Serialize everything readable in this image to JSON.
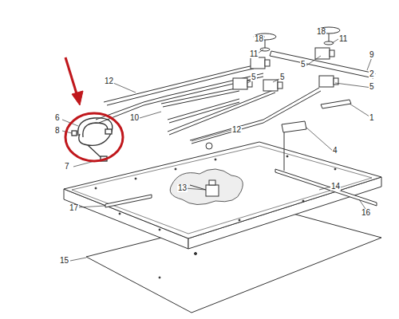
{
  "diagram": {
    "labels": [
      "18",
      "18",
      "11",
      "11",
      "9",
      "2",
      "5",
      "5",
      "5",
      "5",
      "12",
      "1",
      "6",
      "8",
      "10",
      "12",
      "4",
      "7",
      "13",
      "14",
      "17",
      "16",
      "15"
    ]
  }
}
